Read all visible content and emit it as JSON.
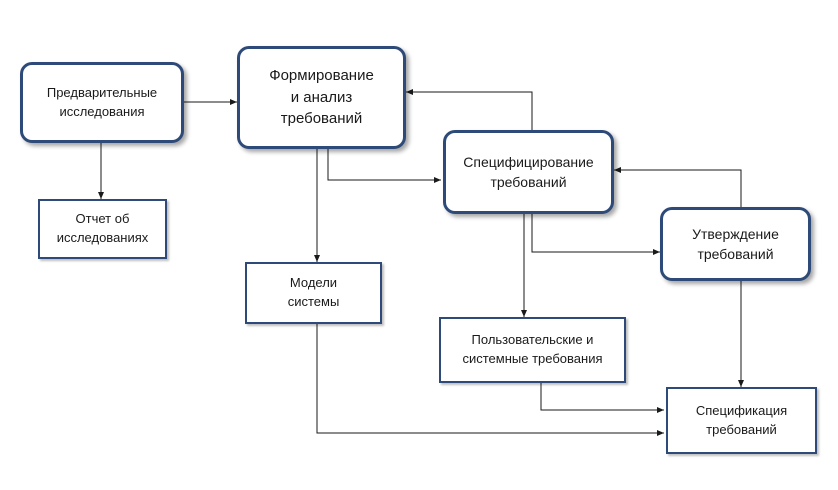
{
  "nodes": {
    "preliminary_research": "Предварительные\nисследования",
    "requirements_formation": "Формирование\nи анализ\nтребований",
    "research_report": "Отчет об\nисследованиях",
    "system_models": "Модели\nсистемы",
    "requirements_specifying": "Специфицирование\nтребований",
    "requirements_approval": "Утверждение\nтребований",
    "user_system_requirements": "Пользовательские и\nсистемные требования",
    "requirements_specification": "Спецификация\nтребований"
  },
  "colors": {
    "border": "#2e4a78",
    "arrow": "#1a1a1a",
    "text": "#1a1a1a"
  }
}
